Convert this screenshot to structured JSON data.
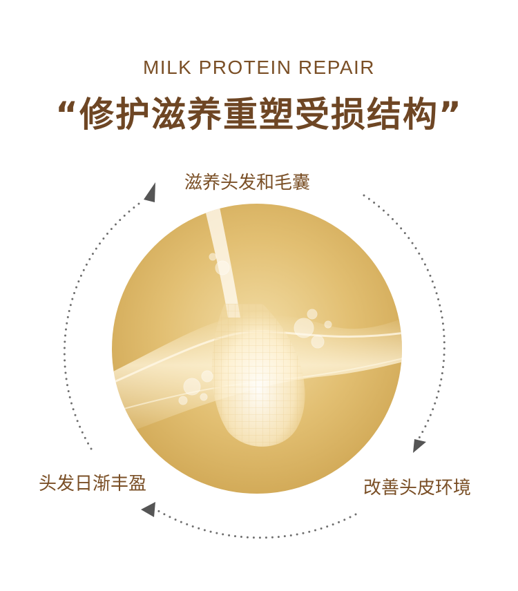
{
  "header": {
    "subtitle": "MILK PROTEIN REPAIR",
    "title": "“修护滋养重塑受损结构”"
  },
  "cycle": {
    "steps": [
      {
        "label": "滋养头发和毛囊"
      },
      {
        "label": "改善头皮环境"
      },
      {
        "label": "头发日渐丰盈"
      }
    ]
  },
  "colors": {
    "text_brown": "#7a4f26",
    "title_brown": "#6e4624",
    "gold": "#dcb462",
    "dots": "#6e6e6e",
    "arrow": "#555555"
  }
}
